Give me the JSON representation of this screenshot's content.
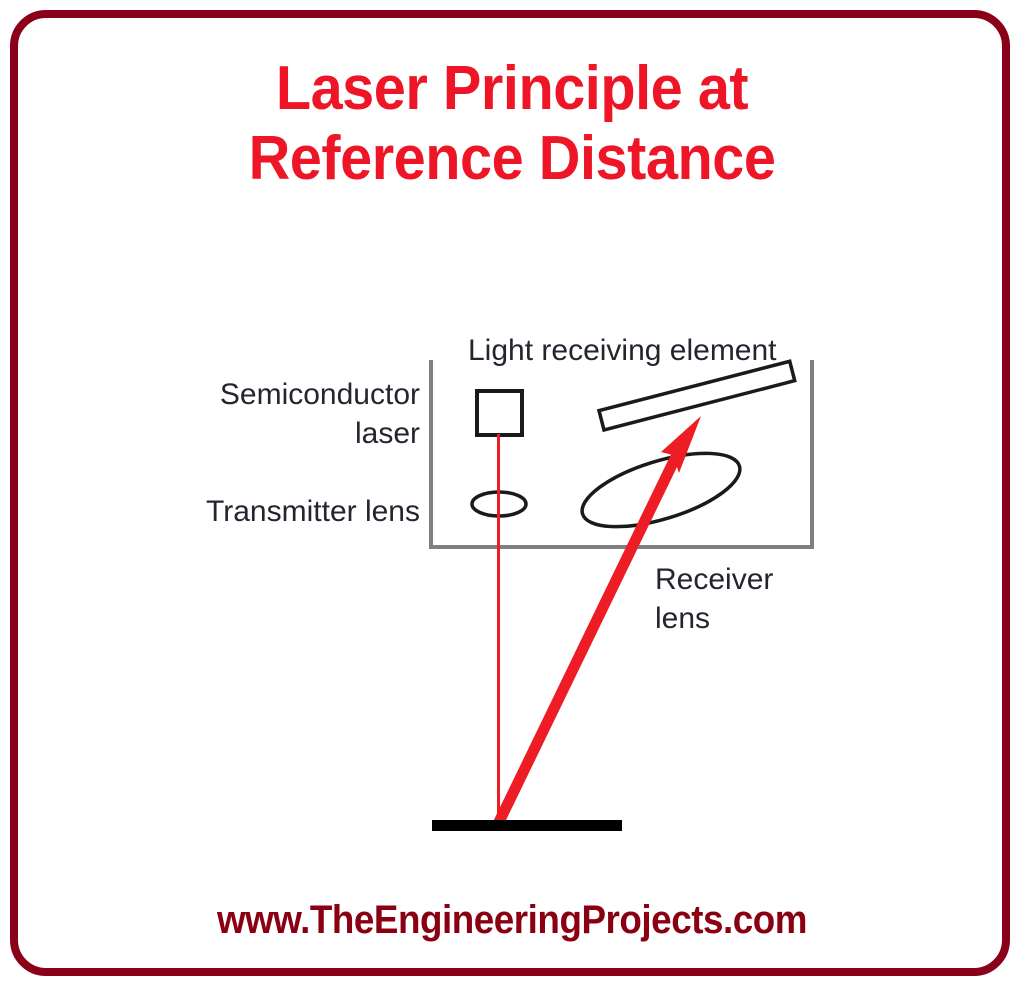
{
  "page": {
    "background_color": "#ffffff",
    "frame_color": "#8A0019"
  },
  "title": {
    "text": "Laser Principle at\nReference Distance",
    "line1": "Laser Principle at",
    "line2": "Reference Distance",
    "color": "#EE1526"
  },
  "footer": {
    "text": "www.TheEngineeringProjects.com",
    "color": "#8A0012"
  },
  "diagram": {
    "labels": {
      "semiconductor_laser_line1": "Semiconductor",
      "semiconductor_laser_line2": "laser",
      "transmitter_lens": "Transmitter lens",
      "light_receiving_element": "Light receiving element",
      "receiver_lens_line1": "Receiver",
      "receiver_lens_line2": "lens"
    },
    "colors": {
      "beam": "#EE1C24",
      "housing": "#808080",
      "outline": "#1A1A1A",
      "target_surface": "#000000",
      "label_text": "#24262F"
    },
    "components": [
      {
        "name": "sensor-housing",
        "shape": "open-rectangle"
      },
      {
        "name": "semiconductor-laser",
        "shape": "square"
      },
      {
        "name": "transmitter-lens",
        "shape": "ellipse"
      },
      {
        "name": "receiver-lens",
        "shape": "tilted-ellipse"
      },
      {
        "name": "light-receiving-element",
        "shape": "tilted-bar"
      },
      {
        "name": "target-surface",
        "shape": "thick-bar"
      },
      {
        "name": "emitted-beam",
        "shape": "thin-line"
      },
      {
        "name": "reflected-beam",
        "shape": "thick-arrow"
      }
    ]
  }
}
